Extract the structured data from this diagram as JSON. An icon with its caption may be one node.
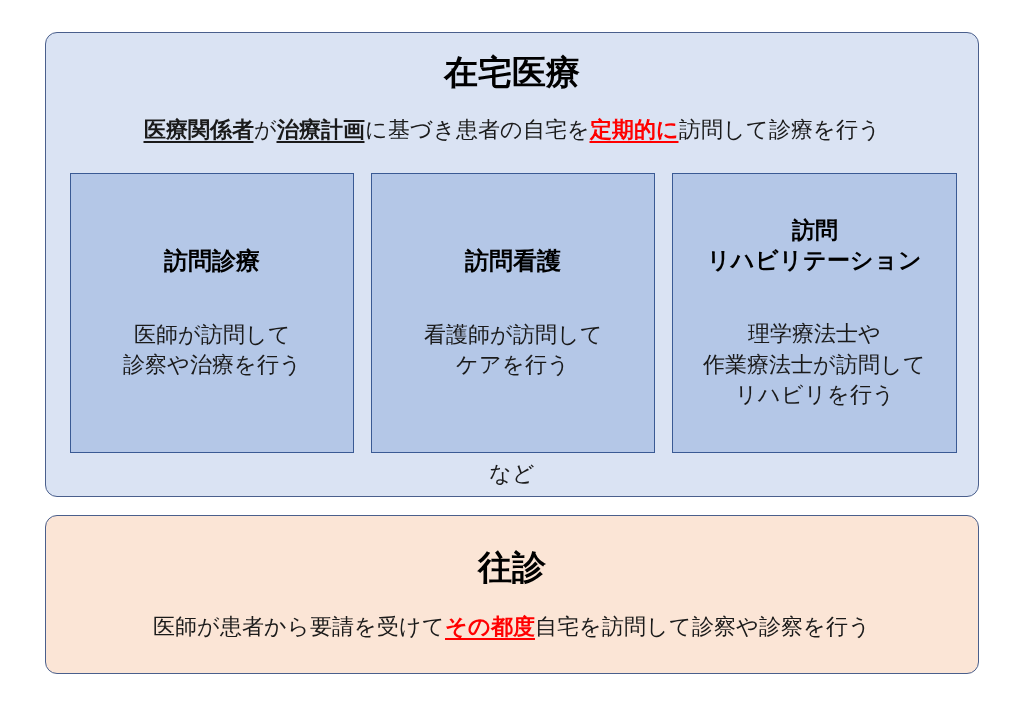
{
  "diagram": {
    "nodes": [
      {
        "text": [
          "在宅医療",
          "**医療関係者**が**治療計画**に基づき患者の自宅を**定期的に**訪問して診療を行う",
          "など"
        ]
      },
      {
        "text": [
          "訪問診療",
          "医師が訪問して診察や治療を行う"
        ],
        "in": 0
      },
      {
        "text": [
          "訪問看護",
          "看護師が訪問してケアを行う"
        ],
        "in": 0
      },
      {
        "text": [
          "訪問リハビリテーション",
          "理学療法士や作業療法士が訪問してリハビリを行う"
        ],
        "in": 0
      },
      {
        "text": [
          "往診",
          "医師が患者から要請を受けて**その都度**自宅を訪問して診察や診察を行う"
        ]
      }
    ]
  }
}
